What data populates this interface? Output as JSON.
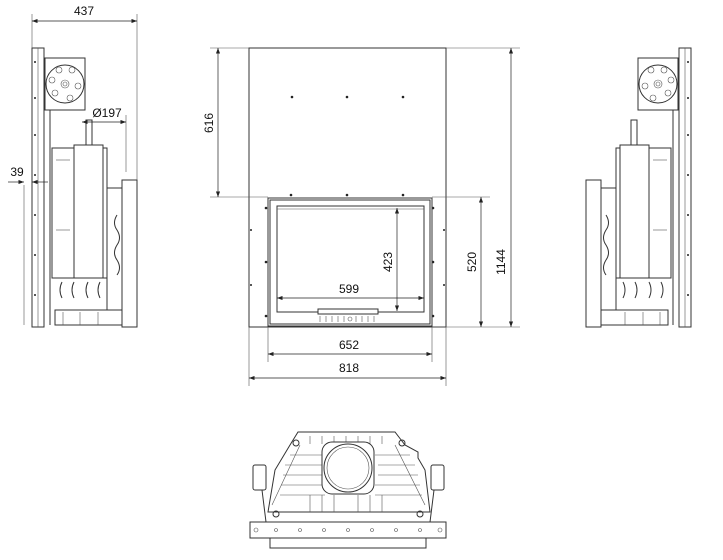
{
  "drawing": {
    "title": "Fireplace insert dimension drawing",
    "side_view": {
      "depth_label": "437",
      "flue_diameter_label": "Ø197",
      "offset_label": "39"
    },
    "front_view": {
      "upper_height_label": "616",
      "glass_height_label": "423",
      "glass_width_label": "599",
      "door_height_label": "520",
      "total_height_label": "1144",
      "door_width_label": "652",
      "total_width_label": "818"
    },
    "colors": {
      "line": "#333333",
      "background": "#ffffff"
    }
  }
}
